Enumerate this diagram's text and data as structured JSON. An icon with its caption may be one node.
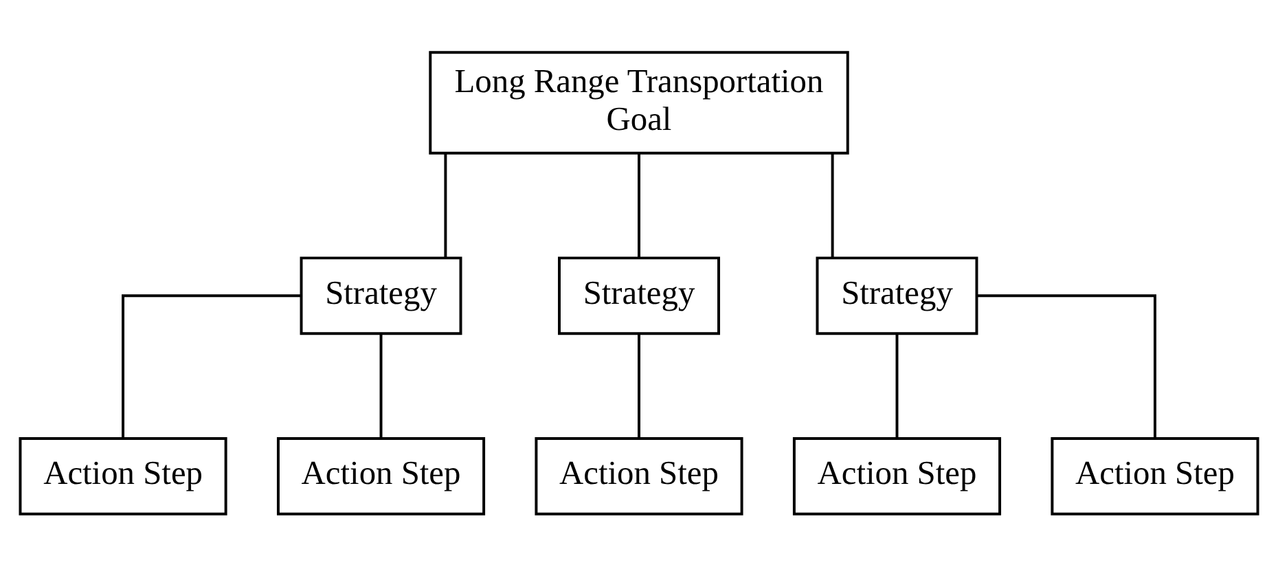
{
  "diagram": {
    "nodes": [
      {
        "text": [
          "Long Range Transportation Goal"
        ]
      },
      {
        "text": [
          "Strategy"
        ]
      },
      {
        "text": [
          "Strategy"
        ]
      },
      {
        "text": [
          "Strategy"
        ]
      },
      {
        "text": [
          "Action Step"
        ]
      },
      {
        "text": [
          "Action Step"
        ]
      },
      {
        "text": [
          "Action Step"
        ]
      },
      {
        "text": [
          "Action Step"
        ]
      },
      {
        "text": [
          "Action Step"
        ]
      }
    ],
    "edges": [
      {
        "from": 0,
        "to": 1,
        "arrow": "none"
      },
      {
        "from": 0,
        "to": 2,
        "arrow": "none"
      },
      {
        "from": 0,
        "to": 3,
        "arrow": "none"
      },
      {
        "from": 1,
        "to": 4,
        "arrow": "none"
      },
      {
        "from": 1,
        "to": 5,
        "arrow": "none"
      },
      {
        "from": 2,
        "to": 6,
        "arrow": "none"
      },
      {
        "from": 3,
        "to": 7,
        "arrow": "none"
      },
      {
        "from": 3,
        "to": 8,
        "arrow": "none"
      }
    ]
  }
}
